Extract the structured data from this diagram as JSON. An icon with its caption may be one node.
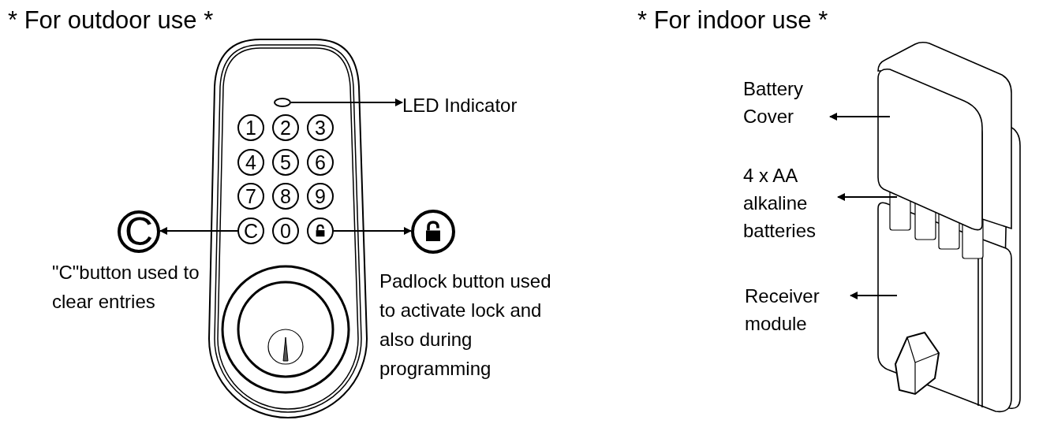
{
  "diagram": {
    "nodes": [
      {
        "text": [],
        "shape": "circle"
      },
      {
        "text": [
          "LED Indicator"
        ]
      },
      {
        "text": [
          "1"
        ]
      },
      {
        "text": [
          "2"
        ]
      },
      {
        "text": [
          "3"
        ]
      },
      {
        "text": [
          "4"
        ]
      },
      {
        "text": [
          "5"
        ]
      },
      {
        "text": [
          "6"
        ]
      },
      {
        "text": [
          "7"
        ]
      },
      {
        "text": [
          "8"
        ]
      },
      {
        "text": [
          "9"
        ]
      },
      {
        "text": [
          "C"
        ],
        "beside": [
          "\"C\"button used to clear entries"
        ]
      },
      {
        "text": [
          "C"
        ]
      },
      {
        "text": [
          "0"
        ]
      },
      {
        "text": [],
        "shape": "circle"
      },
      {
        "text": [],
        "shape": "circle",
        "beside": [
          "Padlock button used to activate lock and also during programming"
        ]
      },
      {
        "text": [
          "Battery Cover"
        ]
      },
      {
        "text": [
          "4 x AA alkaline batteries"
        ]
      },
      {
        "text": [
          "Receiver module"
        ]
      }
    ],
    "edges": [
      {
        "from": 0,
        "to": 1,
        "arrow": "to"
      },
      {
        "from": 12,
        "to": 11,
        "arrow": "to"
      },
      {
        "from": 14,
        "to": 15,
        "arrow": "to"
      },
      {
        "from": null,
        "to": 16,
        "arrow": "to"
      },
      {
        "from": null,
        "to": 17,
        "arrow": "to"
      },
      {
        "from": null,
        "to": 18,
        "arrow": "to"
      }
    ],
    "labels": [
      "* For outdoor use *",
      "* For indoor use *"
    ]
  }
}
